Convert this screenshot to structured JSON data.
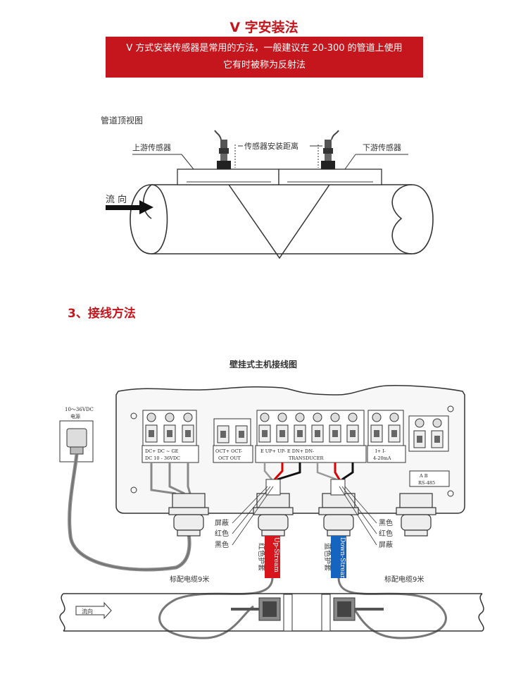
{
  "header": {
    "title": "V 字安装法",
    "banner_line1": "V 方式安装传感器是常用的方法，一般建议在 20-300 的管道上使用",
    "banner_line2": "它有时被称为反射法"
  },
  "top_diagram": {
    "view_label": "管道顶视图",
    "upstream": "上游传感器",
    "distance": "传感器安装距离",
    "downstream": "下游传感器",
    "flow": "流 向"
  },
  "section": {
    "heading": "3、接线方法"
  },
  "wiring": {
    "title": "壁挂式主机接线图",
    "power_label1": "10～36VDC",
    "power_label2": "电源",
    "term_dc_top": "DC+  DC   ~ GE",
    "term_dc_bottom": "DC  10 - 36VDC",
    "term_oct_top": "OCT+ OCT-",
    "term_oct_bottom": "OCT OUT",
    "term_trans_top": "E  UP+  UP-        E  DN+  DN-",
    "term_trans_bottom": "TRANSDUCER",
    "term_420_top": "I+   I-",
    "term_420_bottom": "4-20mA",
    "term_rs_top": "A    B",
    "term_rs_bottom": "RS-485",
    "left_shield": "屏蔽",
    "left_red": "红色",
    "left_black": "黑色",
    "right_black": "黑色",
    "right_red": "红色",
    "right_shield": "屏蔽",
    "up_sleeve": "红色护套",
    "up_stream": "Up-Stream",
    "down_sleeve": "蓝色护套",
    "down_stream": "Down-Stream",
    "cable_left": "标配电缆9米",
    "cable_right": "标配电缆9米",
    "pipe_flow": "流向"
  }
}
